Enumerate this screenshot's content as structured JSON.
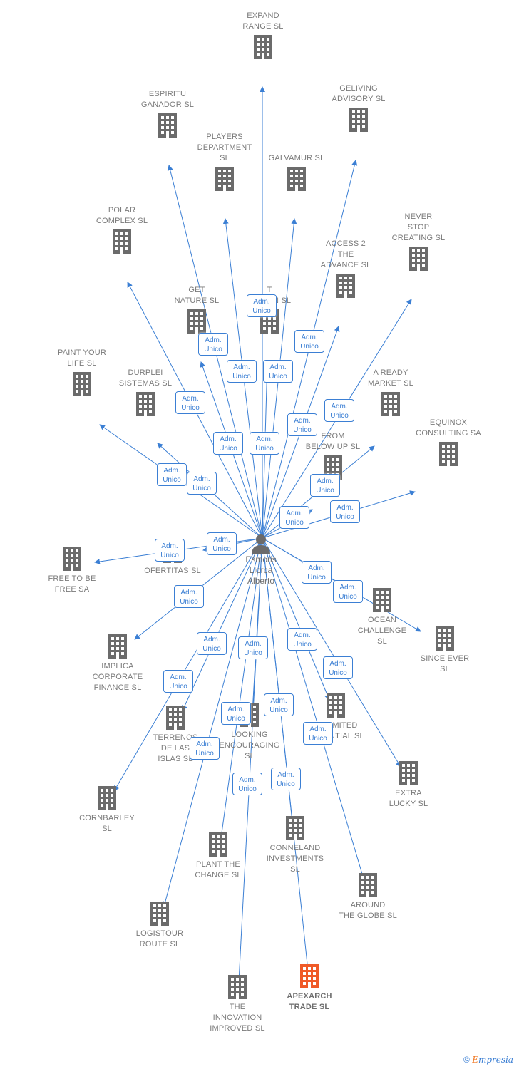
{
  "colors": {
    "edge": "#3b7fd4",
    "building": "#6b6b6b",
    "highlight": "#f05a28",
    "label": "#7a7a7a"
  },
  "person": {
    "name": "Esmoris\nLlorca\nAlberto",
    "icon": "person-icon"
  },
  "role_label": "Adm.\nUnico",
  "companies": [
    {
      "id": "expand",
      "label": "EXPAND\nRANGE  SL"
    },
    {
      "id": "espiritu",
      "label": "ESPIRITU\nGANADOR SL"
    },
    {
      "id": "geliving",
      "label": "GELIVING\nADVISORY  SL"
    },
    {
      "id": "players",
      "label": "PLAYERS\nDEPARTMENT\nSL"
    },
    {
      "id": "galvamur",
      "label": "GALVAMUR  SL"
    },
    {
      "id": "polar",
      "label": "POLAR\nCOMPLEX  SL"
    },
    {
      "id": "never",
      "label": "NEVER\nSTOP\nCREATING  SL"
    },
    {
      "id": "access",
      "label": "ACCESS 2\nTHE\nADVANCE  SL"
    },
    {
      "id": "getnature",
      "label": "GET\nNATURE  SL"
    },
    {
      "id": "design",
      "label": "T\nDESIGN  SL"
    },
    {
      "id": "paint",
      "label": "PAINT YOUR\nLIFE  SL"
    },
    {
      "id": "durplei",
      "label": "DURPLEI\nSISTEMAS  SL"
    },
    {
      "id": "aready",
      "label": "A READY\nMARKET  SL"
    },
    {
      "id": "equinox",
      "label": "EQUINOX\nCONSULTING SA"
    },
    {
      "id": "frombelow",
      "label": "FROM\nBELOW UP  SL"
    },
    {
      "id": "freetobe",
      "label": "FREE TO BE\nFREE SA"
    },
    {
      "id": "ofertitas",
      "label": "OFERTITAS  SL"
    },
    {
      "id": "ocean",
      "label": "OCEAN\nCHALLENGE\nSL"
    },
    {
      "id": "sinceever",
      "label": "SINCE EVER\nSL"
    },
    {
      "id": "implica",
      "label": "IMPLICA\nCORPORATE\nFINANCE  SL"
    },
    {
      "id": "terrenos",
      "label": "TERRENOS\nDE LAS\nISLAS  SL"
    },
    {
      "id": "looking",
      "label": "LOOKING\nENCOURAGING\nSL"
    },
    {
      "id": "unlimited",
      "label": "UNLIMITED\nPOTENTIAL  SL"
    },
    {
      "id": "extralucky",
      "label": "EXTRA\nLUCKY  SL"
    },
    {
      "id": "cornbarley",
      "label": "CORNBARLEY\nSL"
    },
    {
      "id": "plantthe",
      "label": "PLANT THE\nCHANGE  SL"
    },
    {
      "id": "conneland",
      "label": "CONNELAND\nINVESTMENTS\nSL"
    },
    {
      "id": "aroundglobe",
      "label": "AROUND\nTHE GLOBE  SL"
    },
    {
      "id": "logistour",
      "label": "LOGISTOUR\nROUTE  SL"
    },
    {
      "id": "innovation",
      "label": "THE\nINNOVATION\nIMPROVED  SL"
    },
    {
      "id": "apexarch",
      "label": "APEXARCH\nTRADE  SL",
      "highlight": true
    }
  ],
  "brand": {
    "copyright": "©",
    "e": "E",
    "rest": "mpresia"
  }
}
